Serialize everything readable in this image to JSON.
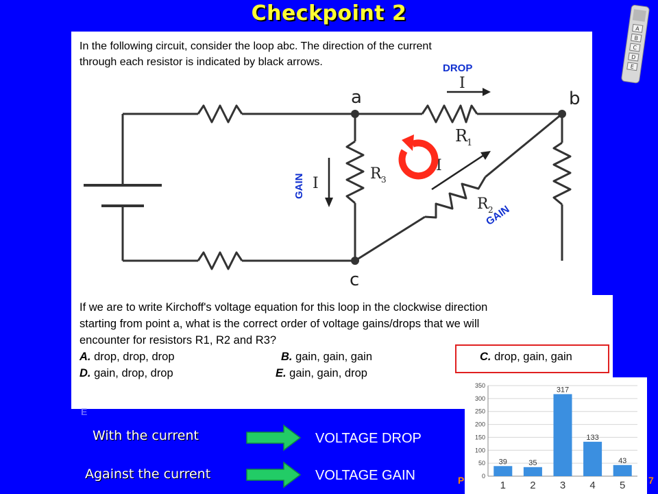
{
  "slide": {
    "title": "Checkpoint 2",
    "intro_line1": "In the following circuit, consider the loop abc. The direction of the current",
    "intro_line2": "through each resistor is indicated by black arrows."
  },
  "circuit": {
    "node_a": "a",
    "node_b": "b",
    "node_c": "c",
    "r1": "R",
    "r1_sub": "1",
    "r2": "R",
    "r2_sub": "2",
    "r3": "R",
    "r3_sub": "3",
    "current_label": "I",
    "label_drop": "DROP",
    "label_gain_r3": "GAIN",
    "label_gain_r2": "GAIN"
  },
  "question": {
    "line1": "If we are to write Kirchoff's voltage equation for this loop in the clockwise direction",
    "line2": "starting from point a, what is the correct order of voltage gains/drops that we will",
    "line3": "encounter for resistors R1, R2 and R3?",
    "options": [
      {
        "letter": "A.",
        "text": " drop, drop, drop"
      },
      {
        "letter": "B.",
        "text": " gain, gain, gain"
      },
      {
        "letter": "C.",
        "text": " drop, gain, gain"
      },
      {
        "letter": "D.",
        "text": " gain, drop, drop"
      },
      {
        "letter": "E.",
        "text": "  gain, gain, drop"
      }
    ],
    "stray_letter": "E"
  },
  "rules": [
    {
      "condition": "With the current",
      "result": "VOLTAGE DROP"
    },
    {
      "condition": "Against the current",
      "result": "VOLTAGE GAIN"
    }
  ],
  "footer": {
    "left_fragment": "P",
    "right_fragment": "7"
  },
  "clicker": {
    "keys": [
      "A",
      "B",
      "C",
      "D",
      "E"
    ]
  },
  "colors": {
    "background": "#0000ff",
    "title": "#ffff33",
    "bar": "#3b8fe0",
    "highlight": "#e02020",
    "loop_arrow": "#ff2a1a"
  },
  "chart_data": {
    "type": "bar",
    "categories": [
      "1",
      "2",
      "3",
      "4",
      "5"
    ],
    "values": [
      39,
      35,
      317,
      133,
      43
    ],
    "ylim": [
      0,
      350
    ],
    "yticks": [
      0,
      50,
      100,
      150,
      200,
      250,
      300,
      350
    ],
    "title": "",
    "xlabel": "",
    "ylabel": "",
    "grid": true
  }
}
